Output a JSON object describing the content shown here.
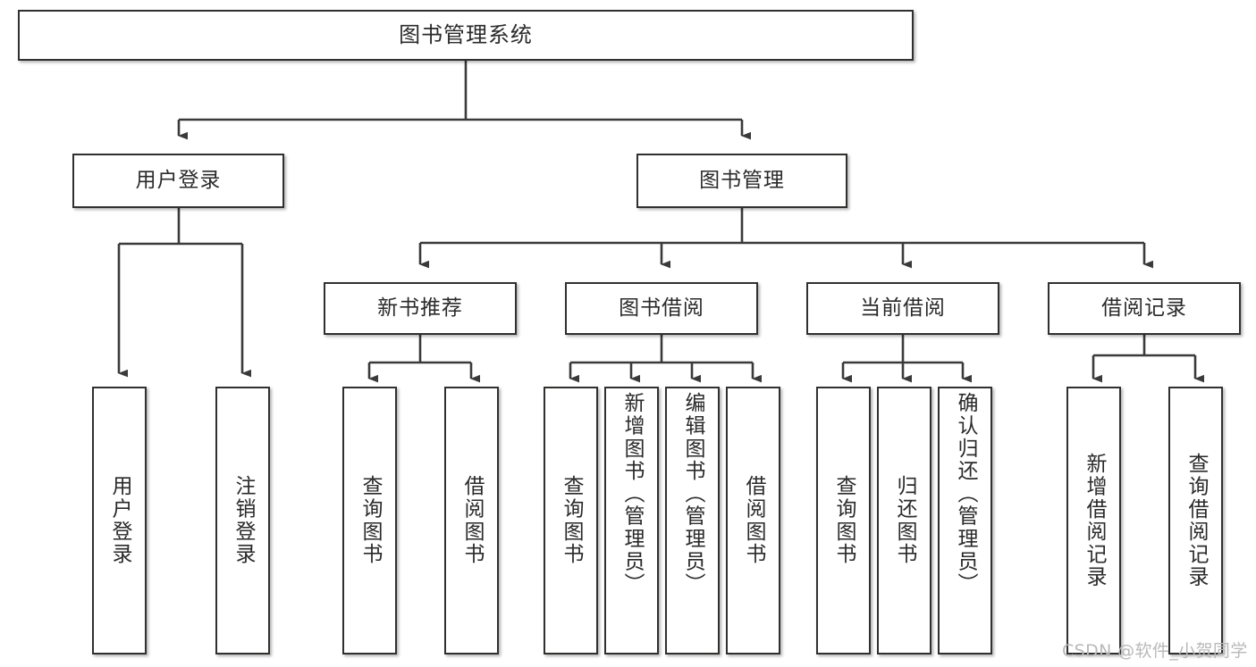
{
  "diagram": {
    "type": "tree-hierarchy",
    "title": "图书管理系统",
    "orientation": "top-down",
    "colors": {
      "box_border": "#30302f",
      "box_fill": "#ffffff",
      "connector": "#3a3a3a",
      "text": "#2a2a2a",
      "watermark": "#b9b9b9",
      "background": "#ffffff"
    },
    "root": {
      "id": "root",
      "label": "图书管理系统"
    },
    "level2": [
      {
        "id": "user-login",
        "label": "用户登录"
      },
      {
        "id": "book-manage",
        "label": "图书管理"
      }
    ],
    "level3": [
      {
        "id": "new-book-rec",
        "label": "新书推荐",
        "parent": "book-manage"
      },
      {
        "id": "book-borrow",
        "label": "图书借阅",
        "parent": "book-manage"
      },
      {
        "id": "current-borrow",
        "label": "当前借阅",
        "parent": "book-manage"
      },
      {
        "id": "borrow-record",
        "label": "借阅记录",
        "parent": "book-manage"
      }
    ],
    "leaves": {
      "user_login": [
        {
          "id": "leaf-user-login",
          "label": "用户登录"
        },
        {
          "id": "leaf-logout-login",
          "label": "注销登录"
        }
      ],
      "new_book_rec": [
        {
          "id": "leaf-query-book-1",
          "label": "查询图书"
        },
        {
          "id": "leaf-borrow-book-1",
          "label": "借阅图书"
        }
      ],
      "book_borrow": [
        {
          "id": "leaf-query-book-2",
          "label": "查询图书"
        },
        {
          "id": "leaf-add-book",
          "label": "新增图书（管理员）"
        },
        {
          "id": "leaf-edit-book",
          "label": "编辑图书（管理员）"
        },
        {
          "id": "leaf-borrow-book-2",
          "label": "借阅图书"
        }
      ],
      "current_borrow": [
        {
          "id": "leaf-query-book-3",
          "label": "查询图书"
        },
        {
          "id": "leaf-return-book",
          "label": "归还图书"
        },
        {
          "id": "leaf-confirm-return",
          "label": "确认归还（管理员）"
        }
      ],
      "borrow_record": [
        {
          "id": "leaf-add-record",
          "label": "新增借阅记录"
        },
        {
          "id": "leaf-query-record",
          "label": "查询借阅记录"
        }
      ]
    }
  },
  "watermark": {
    "text": "CSDN @软件_小贺同学"
  }
}
